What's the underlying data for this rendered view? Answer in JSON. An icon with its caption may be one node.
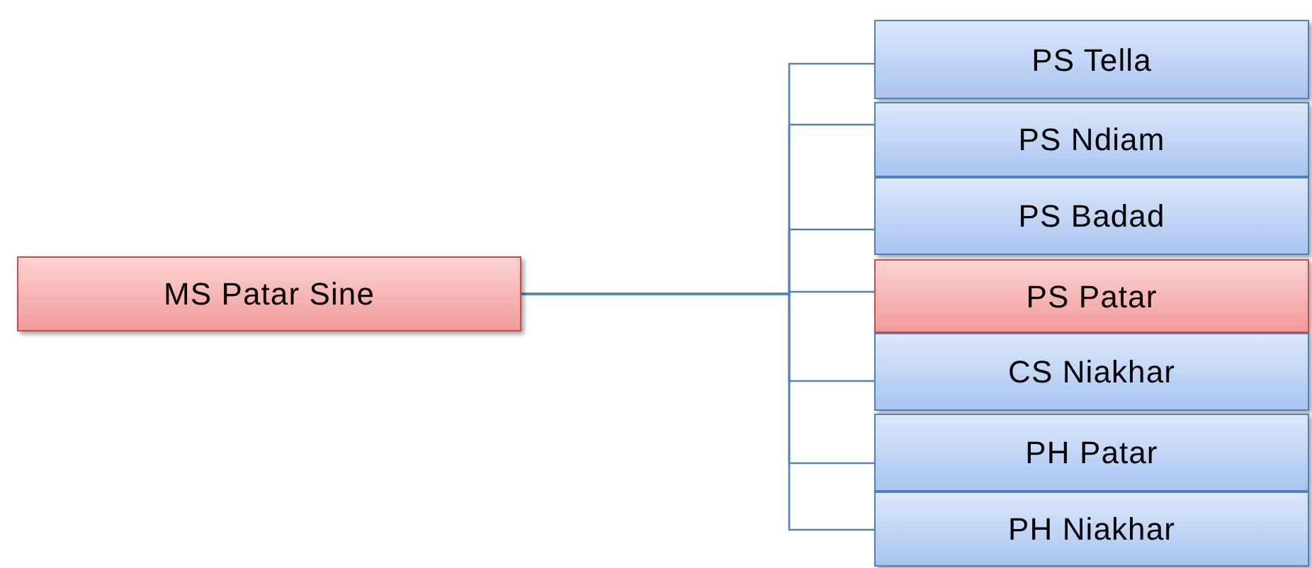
{
  "diagram": {
    "nodes": [
      {
        "text": [
          "MS Patar Sine"
        ]
      },
      {
        "text": [
          "PS Tella"
        ]
      },
      {
        "text": [
          "PS Ndiam"
        ]
      },
      {
        "text": [
          "PS Badad"
        ]
      },
      {
        "text": [
          "PS Patar"
        ]
      },
      {
        "text": [
          "CS Niakhar"
        ]
      },
      {
        "text": [
          "PH Patar"
        ]
      },
      {
        "text": [
          "PH Niakhar"
        ]
      }
    ],
    "edges": [
      {
        "from": 0,
        "to": 1,
        "arrow": "none"
      },
      {
        "from": 0,
        "to": 2,
        "arrow": "none"
      },
      {
        "from": 0,
        "to": 3,
        "arrow": "none"
      },
      {
        "from": 0,
        "to": 4,
        "arrow": "none"
      },
      {
        "from": 0,
        "to": 5,
        "arrow": "none"
      },
      {
        "from": 0,
        "to": 6,
        "arrow": "none"
      },
      {
        "from": 0,
        "to": 7,
        "arrow": "none"
      }
    ]
  }
}
